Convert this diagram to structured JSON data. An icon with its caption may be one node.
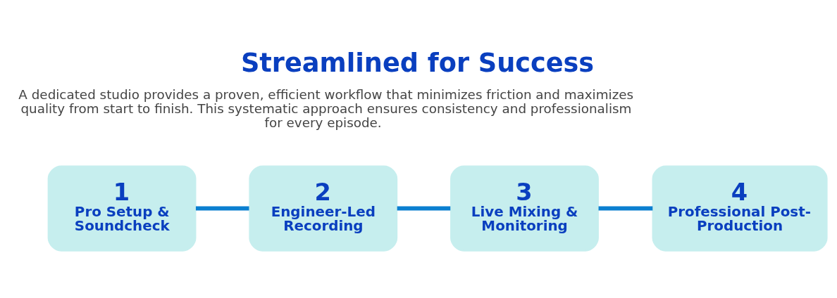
{
  "diagram": {
    "title": "Streamlined for Success",
    "nodes": [
      {
        "text": [
          "1",
          "Pro Setup & Soundcheck"
        ]
      },
      {
        "text": [
          "2",
          "Engineer-Led Recording"
        ]
      },
      {
        "text": [
          "3",
          "Live Mixing & Monitoring"
        ]
      },
      {
        "text": [
          "4",
          "Professional Post-Production"
        ]
      }
    ],
    "edges": [
      {
        "from": 0,
        "to": 1,
        "arrow": "none"
      },
      {
        "from": 1,
        "to": 2,
        "arrow": "none"
      },
      {
        "from": 2,
        "to": 3,
        "arrow": "none"
      }
    ],
    "labels": [
      "A dedicated studio provides a proven, efficient workflow that minimizes friction and maximizes quality from start to finish. This systematic approach ensures consistency and professionalism for every episode."
    ]
  }
}
